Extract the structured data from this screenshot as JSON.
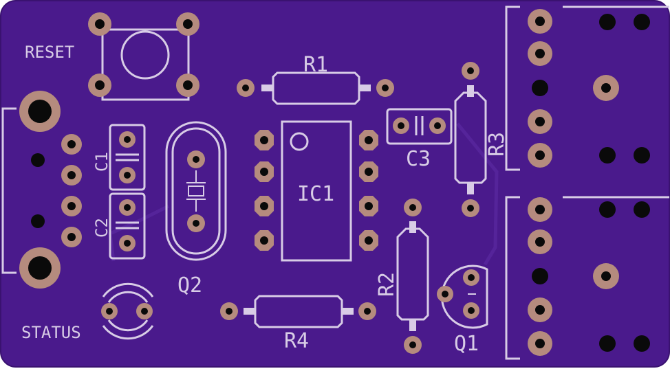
{
  "colors": {
    "board": "#4a1a8c",
    "silk": "#d8cce6",
    "pad": "#b58b7e",
    "hole": "#0a0a0a",
    "trace": "#5c2aa6"
  },
  "labels": {
    "reset": "RESET",
    "status": "STATUS",
    "r1": "R1",
    "r2": "R2",
    "r3": "R3",
    "r4": "R4",
    "c1": "C1",
    "c2": "C2",
    "c3": "C3",
    "ic1": "IC1",
    "q1": "Q1",
    "q2": "Q2"
  }
}
